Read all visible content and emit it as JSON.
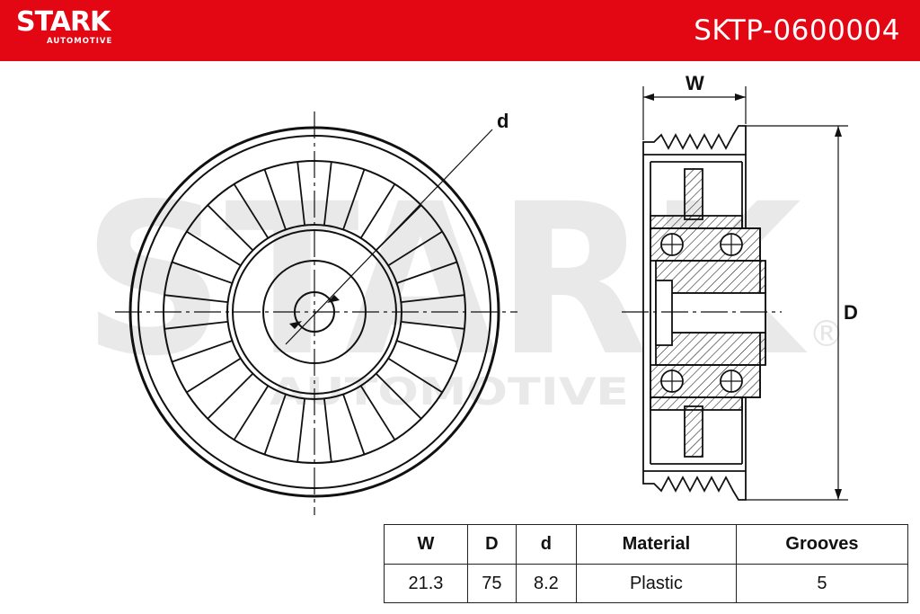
{
  "header": {
    "brand": "STARK",
    "brand_sub": "AUTOMOTIVE",
    "part_number": "SKTP-0600004",
    "color": "#e30613"
  },
  "watermark": {
    "text": "STARK",
    "sub": "AUTOMOTIVE",
    "reg": "®"
  },
  "labels": {
    "d": "d",
    "W": "W",
    "D": "D"
  },
  "table": {
    "headers": [
      "W",
      "D",
      "d",
      "Material",
      "Grooves"
    ],
    "values": [
      "21.3",
      "75",
      "8.2",
      "Plastic",
      "5"
    ]
  }
}
